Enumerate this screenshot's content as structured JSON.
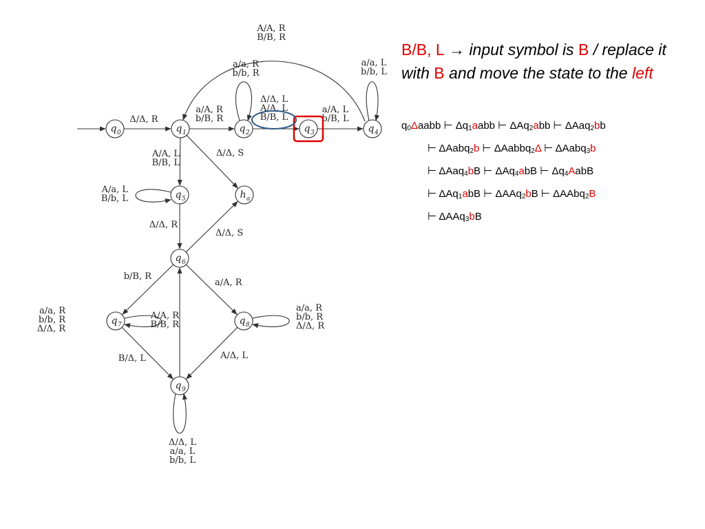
{
  "states": [
    {
      "id": "q0",
      "base": "q",
      "sub": "0"
    },
    {
      "id": "q1",
      "base": "q",
      "sub": "1"
    },
    {
      "id": "q2",
      "base": "q",
      "sub": "2"
    },
    {
      "id": "q3",
      "base": "q",
      "sub": "3"
    },
    {
      "id": "q4",
      "base": "q",
      "sub": "4"
    },
    {
      "id": "q5",
      "base": "q",
      "sub": "5"
    },
    {
      "id": "ha",
      "base": "h",
      "sub": "a"
    },
    {
      "id": "q6",
      "base": "q",
      "sub": "6"
    },
    {
      "id": "q7",
      "base": "q",
      "sub": "7"
    },
    {
      "id": "q8",
      "base": "q",
      "sub": "8"
    },
    {
      "id": "q9",
      "base": "q",
      "sub": "9"
    }
  ],
  "transitions": [
    {
      "id": "q4-q1",
      "labels": [
        "A/A, R",
        "B/B, R"
      ]
    },
    {
      "id": "q2-q2",
      "labels": [
        "a/a, R",
        "b/b, R"
      ]
    },
    {
      "id": "q2-q3",
      "labels": [
        "Δ/Δ, L",
        "A/A, L",
        "B/B, L"
      ]
    },
    {
      "id": "q4-q4",
      "labels": [
        "a/a, L",
        "b/b, L"
      ]
    },
    {
      "id": "q0-q1",
      "labels": [
        "Δ/Δ, R"
      ]
    },
    {
      "id": "q1-q2",
      "labels": [
        "a/A, R",
        "b/B, R"
      ]
    },
    {
      "id": "q3-q4",
      "labels": [
        "a/A, L",
        "b/B, L"
      ]
    },
    {
      "id": "q1-q5",
      "labels": [
        "A/A, L",
        "B/B, L"
      ]
    },
    {
      "id": "q1-ha",
      "labels": [
        "Δ/Δ, S"
      ]
    },
    {
      "id": "q5-q5",
      "labels": [
        "A/a, L",
        "B/b, L"
      ]
    },
    {
      "id": "q5-q6",
      "labels": [
        "Δ/Δ, R"
      ]
    },
    {
      "id": "q6-ha",
      "labels": [
        "Δ/Δ, S"
      ]
    },
    {
      "id": "q6-q7",
      "labels": [
        "b/B, R"
      ]
    },
    {
      "id": "q6-q8",
      "labels": [
        "a/A, R"
      ]
    },
    {
      "id": "q7-q7",
      "labels": [
        "a/a, R",
        "b/b, R",
        "Δ/Δ, R"
      ]
    },
    {
      "id": "q9-q6",
      "labels": [
        "A/A, R",
        "B/B, R"
      ]
    },
    {
      "id": "q8-q8",
      "labels": [
        "a/a, R",
        "b/b, R",
        "Δ/Δ, R"
      ]
    },
    {
      "id": "q7-q9",
      "labels": [
        "B/Δ, L"
      ]
    },
    {
      "id": "q8-q9",
      "labels": [
        "A/Δ, L"
      ]
    },
    {
      "id": "q9-q9",
      "labels": [
        "Δ/Δ, L",
        "a/a, L",
        "b/b, L"
      ]
    }
  ],
  "highlight": {
    "state": "q3",
    "transition": "q2-q3",
    "label": "B/B, L"
  },
  "note": {
    "rule": "B/B, L",
    "arrow": "→",
    "t1": "input symbol is",
    "sym1": "B",
    "t2": "/ replace it with",
    "sym2": "B",
    "t3": "and move the state to the",
    "dir": "left"
  },
  "trace": [
    [
      {
        "t": "q"
      },
      {
        "t": "0",
        "sub": true
      },
      {
        "t": "Δ",
        "red": true
      },
      {
        "t": "aabb ⊢ Δq"
      },
      {
        "t": "1",
        "sub": true
      },
      {
        "t": "a",
        "red": true
      },
      {
        "t": "abb ⊢ ΔAq"
      },
      {
        "t": "2",
        "sub": true
      },
      {
        "t": "a",
        "red": true
      },
      {
        "t": "bb ⊢ ΔAaq"
      },
      {
        "t": "2",
        "sub": true
      },
      {
        "t": "b",
        "red": true
      },
      {
        "t": "b"
      }
    ],
    [
      {
        "t": "⊢ ΔAabq"
      },
      {
        "t": "2",
        "sub": true
      },
      {
        "t": "b",
        "red": true
      },
      {
        "t": " ⊢ ΔAabbq"
      },
      {
        "t": "2",
        "sub": true
      },
      {
        "t": "Δ",
        "red": true
      },
      {
        "t": " ⊢ ΔAabq"
      },
      {
        "t": "3",
        "sub": true
      },
      {
        "t": "b",
        "red": true
      }
    ],
    [
      {
        "t": "⊢ ΔAaq"
      },
      {
        "t": "4",
        "sub": true
      },
      {
        "t": "b",
        "red": true
      },
      {
        "t": "B ⊢ ΔAq"
      },
      {
        "t": "4",
        "sub": true
      },
      {
        "t": "a",
        "red": true
      },
      {
        "t": "bB ⊢ Δq"
      },
      {
        "t": "4",
        "sub": true
      },
      {
        "t": "A",
        "red": true
      },
      {
        "t": "abB"
      }
    ],
    [
      {
        "t": "⊢ ΔAq"
      },
      {
        "t": "1",
        "sub": true
      },
      {
        "t": "a",
        "red": true
      },
      {
        "t": "bB ⊢ ΔAAq"
      },
      {
        "t": "2",
        "sub": true
      },
      {
        "t": "b",
        "red": true
      },
      {
        "t": "B ⊢ ΔAAbq"
      },
      {
        "t": "2",
        "sub": true
      },
      {
        "t": "B",
        "red": true
      }
    ],
    [
      {
        "t": "⊢ ΔAAq"
      },
      {
        "t": "3",
        "sub": true
      },
      {
        "t": "b",
        "red": true
      },
      {
        "t": "B"
      }
    ]
  ],
  "colors": {
    "accent": "#e00000",
    "highlight_ring": "#2e5a86",
    "highlight_box": "#e00000",
    "stroke": "#333333"
  }
}
